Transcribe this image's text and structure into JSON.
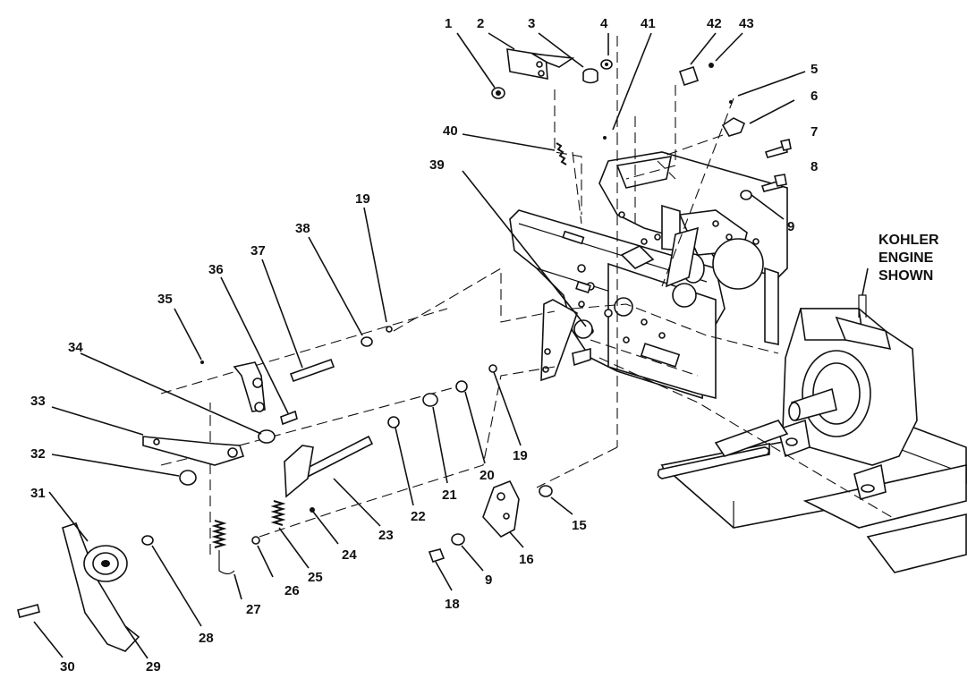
{
  "caption": {
    "line1": "KOHLER",
    "line2": "ENGINE",
    "line3": "SHOWN"
  },
  "callouts": [
    "1",
    "2",
    "3",
    "4",
    "41",
    "42",
    "43",
    "5",
    "6",
    "7",
    "8",
    "9",
    "40",
    "39",
    "19",
    "38",
    "37",
    "36",
    "35",
    "34",
    "33",
    "32",
    "31",
    "30",
    "29",
    "28",
    "27",
    "26",
    "25",
    "24",
    "23",
    "22",
    "21",
    "20",
    "19",
    "15",
    "16",
    "9",
    "18"
  ]
}
